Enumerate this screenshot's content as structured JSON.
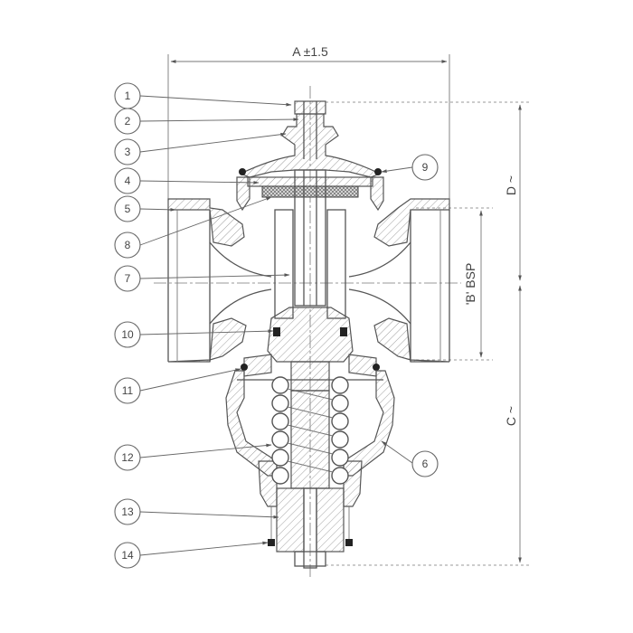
{
  "dimensions": {
    "width_label": "A ±1.5",
    "height_upper_label": "D ~",
    "height_lower_label": "C ~",
    "thread_label": "'B' BSP"
  },
  "callouts": [
    "1",
    "2",
    "3",
    "4",
    "5",
    "6",
    "7",
    "8",
    "9",
    "10",
    "11",
    "12",
    "13",
    "14"
  ]
}
